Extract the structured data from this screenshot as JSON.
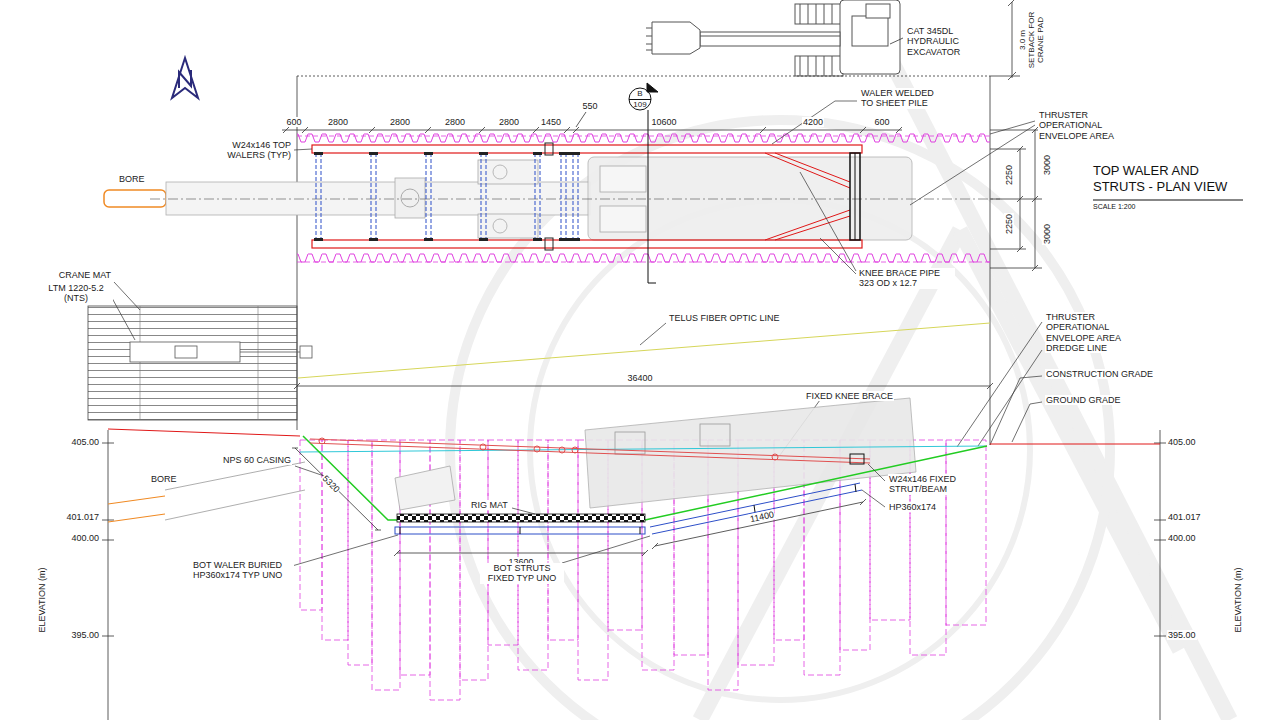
{
  "diagram": {
    "title": "TOP WALER AND STRUTS - PLAN VIEW",
    "caption": "SCALE 1:200",
    "labels": [
      "CAT 345DL HYDRAULIC EXCAVATOR",
      "3.0 m SETBACK FOR CRANE PAD",
      "B",
      "109",
      "600",
      "2800",
      "2800",
      "2800",
      "2800",
      "1450",
      "550",
      "10600",
      "4200",
      "600",
      "W24x146 TOP WALERS (TYP)",
      "WALER WELDED TO SHEET PILE",
      "THRUSTER OPERATIONAL ENVELOPE AREA",
      "2250",
      "2250",
      "3000",
      "3000",
      "BORE",
      "KNEE BRACE PIPE 323 OD x 12.7",
      "CRANE MAT",
      "LTM 1220-5.2 (NTS)",
      "TELUS FIBER OPTIC LINE",
      "THRUSTER OPERATIONAL ENVELOPE AREA",
      "DREDGE LINE",
      "36400",
      "CONSTRUCTION GRADE",
      "GROUND GRADE",
      "FIXED KNEE BRACE",
      "405.00",
      "405.00",
      "NPS 60 CASING",
      "BORE",
      "W24x146 FIXED STRUT/BEAM",
      "HP360x174",
      "5320",
      "RIG MAT",
      "401.017",
      "401.017",
      "400.00",
      "400.00",
      "13600",
      "11400",
      "BOT WALER BURIED HP360x174 TYP UNO",
      "BOT STRUTS FIXED TYP UNO",
      "395.00",
      "395.00",
      "ELEVATION (m)",
      "ELEVATION (m)"
    ]
  }
}
